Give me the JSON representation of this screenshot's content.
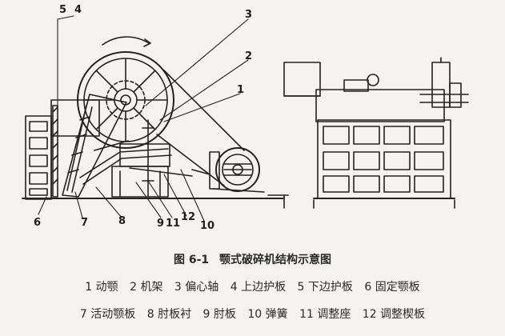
{
  "figure": {
    "number": "图 6-1",
    "title": "颚式破碎机结构示意图"
  },
  "callouts": [
    "5",
    "4",
    "3",
    "2",
    "1",
    "6",
    "7",
    "8",
    "9",
    "11",
    "12",
    "10"
  ],
  "legend": {
    "row1": [
      "1 动颚",
      "2 机架",
      "3 偏心轴",
      "4 上边护板",
      "5 下边护板",
      "6 固定颚板"
    ],
    "row2": [
      "7 活动颚板",
      "8 肘板衬",
      "9 肘板",
      "10 弹簧",
      "11 调整座",
      "12 调整楔板"
    ]
  }
}
